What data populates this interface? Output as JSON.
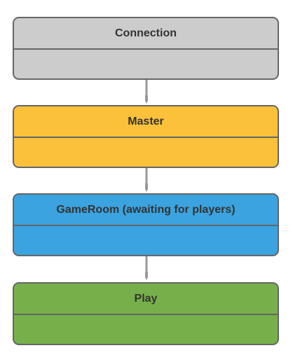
{
  "diagram": {
    "states": [
      {
        "label": "Connection",
        "fill": "#cccccc"
      },
      {
        "label": "Master",
        "fill": "#fbc13a"
      },
      {
        "label": "GameRoom (awaiting for players)",
        "fill": "#3aa3e0"
      },
      {
        "label": "Play",
        "fill": "#77b04a"
      }
    ],
    "connector_color": "#999999",
    "border_color": "#666666"
  }
}
